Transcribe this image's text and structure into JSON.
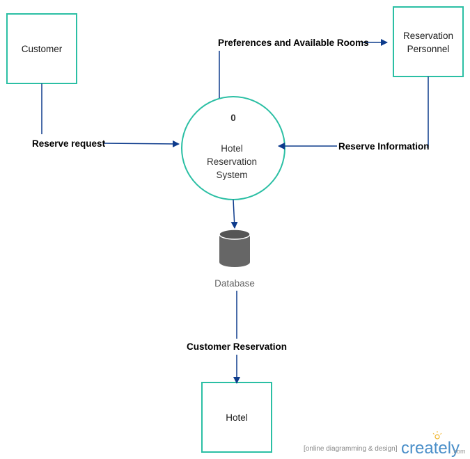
{
  "entities": {
    "customer": "Customer",
    "personnel_line1": "Reservation",
    "personnel_line2": "Personnel",
    "hotel": "Hotel"
  },
  "process": {
    "number": "0",
    "line1": "Hotel",
    "line2": "Reservation",
    "line3": "System"
  },
  "datastore": {
    "label": "Database"
  },
  "flows": {
    "reserve_request": "Reserve request",
    "preferences": "Preferences and Available Rooms",
    "reserve_information": "Reserve Information",
    "customer_reservation": "Customer Reservation"
  },
  "footer": {
    "tagline": "[online diagramming & design]",
    "brand": "creately",
    "brand_suffix": ".com"
  },
  "colors": {
    "shape_stroke": "#2bbfa4",
    "arrow": "#0d3b8c",
    "db_fill": "#666666",
    "db_top": "#555555"
  }
}
